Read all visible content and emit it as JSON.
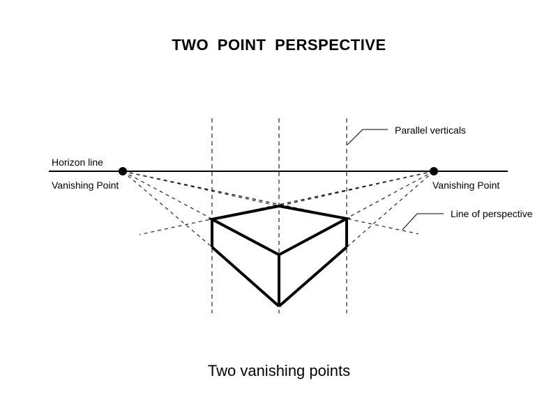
{
  "title": "TWO  POINT  PERSPECTIVE",
  "caption": "Two vanishing points",
  "labels": {
    "horizon_line": "Horizon line",
    "vanishing_point_left": "Vanishing Point",
    "vanishing_point_right": "Vanishing Point",
    "parallel_verticals": "Parallel verticals",
    "line_of_perspective": "Line of perspective"
  },
  "colors": {
    "ink": "#000000",
    "dashed": "#222222"
  }
}
